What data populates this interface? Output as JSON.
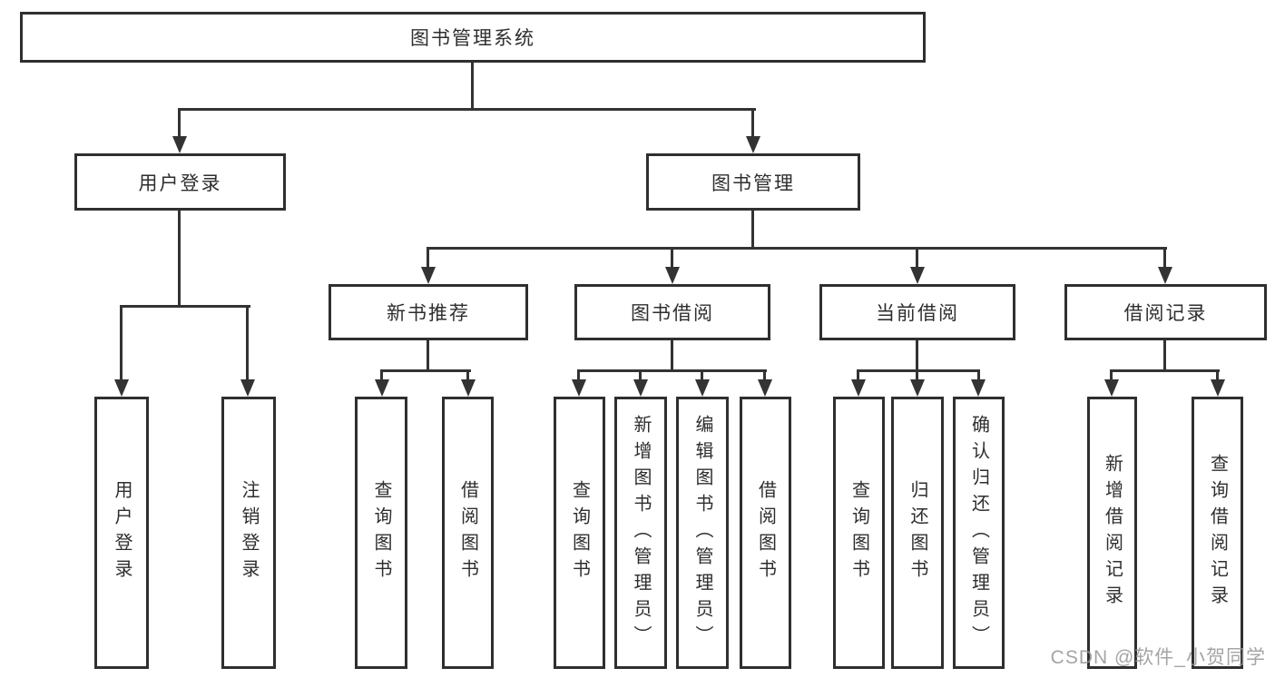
{
  "diagram_type": "hierarchy-tree",
  "colors": {
    "line": "#333333",
    "border": "#2f2f2f",
    "text": "#2e2e2e",
    "watermark": "#949494",
    "background": "#ffffff"
  },
  "tree": {
    "label": "图书管理系统",
    "children": [
      {
        "label": "用户登录",
        "children": [
          {
            "label": "用户登录"
          },
          {
            "label": "注销登录"
          }
        ]
      },
      {
        "label": "图书管理",
        "children": [
          {
            "label": "新书推荐",
            "children": [
              {
                "label": "查询图书"
              },
              {
                "label": "借阅图书"
              }
            ]
          },
          {
            "label": "图书借阅",
            "children": [
              {
                "label": "查询图书"
              },
              {
                "label": "新增图书（管理员）"
              },
              {
                "label": "编辑图书（管理员）"
              },
              {
                "label": "借阅图书"
              }
            ]
          },
          {
            "label": "当前借阅",
            "children": [
              {
                "label": "查询图书"
              },
              {
                "label": "归还图书"
              },
              {
                "label": "确认归还（管理员）"
              }
            ]
          },
          {
            "label": "借阅记录",
            "children": [
              {
                "label": "新增借阅记录"
              },
              {
                "label": "查询借阅记录"
              }
            ]
          }
        ]
      }
    ]
  },
  "watermark": {
    "text": "CSDN @软件_小贺同学"
  }
}
